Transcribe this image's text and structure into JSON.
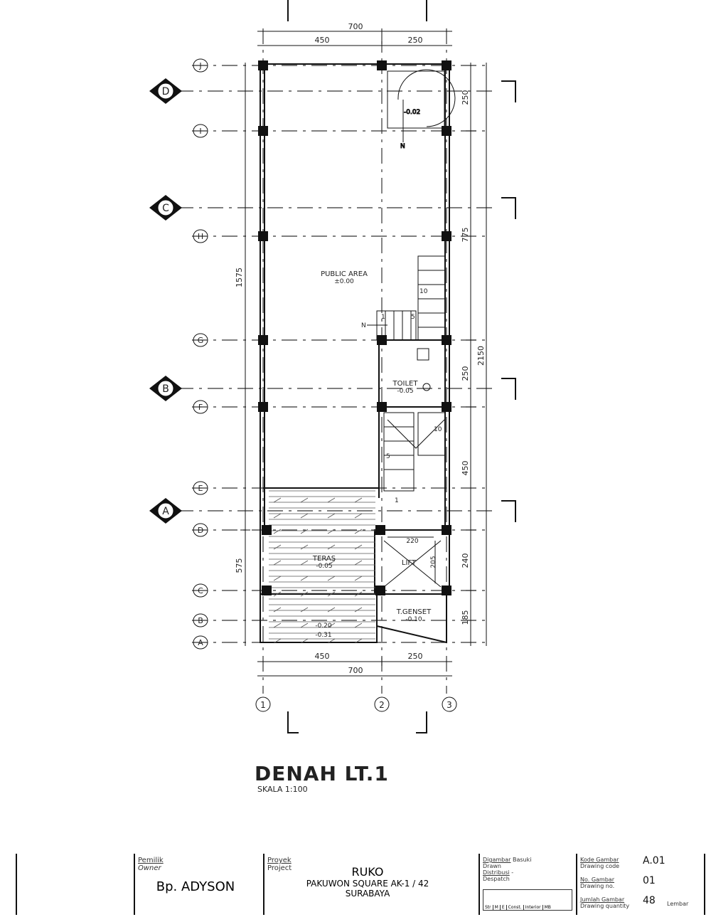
{
  "plan": {
    "title": "DENAH LT.1",
    "scale": "SKALA 1:100",
    "rooms": [
      {
        "name": "PUBLIC AREA",
        "level": "±0.00"
      },
      {
        "name": "TOILET",
        "level": "-0.05"
      },
      {
        "name": "TERAS",
        "level": "-0.05"
      },
      {
        "name": "LIFT",
        "level": ""
      },
      {
        "name": "T.GENSET",
        "level": "-0.10"
      }
    ],
    "levels": {
      "stair_top": "-0.02",
      "front1": "-0.20",
      "front2": "-0.31"
    },
    "lift_dims": {
      "w": "220",
      "h": "205"
    },
    "stair_numbers": [
      "1",
      "5",
      "10",
      "10",
      "5",
      "1"
    ],
    "north_label": "N",
    "top_dims": {
      "total": "700",
      "a": "450",
      "b": "250"
    },
    "bottom_dims": {
      "total": "700",
      "a": "450",
      "b": "250"
    },
    "left_dims": {
      "upper": "1575",
      "lower": "575"
    },
    "right_dims": [
      "250",
      "775",
      "250",
      "450",
      "240",
      "185"
    ],
    "right_total": "2150",
    "row_grid": [
      "J",
      "I",
      "H",
      "G",
      "F",
      "E",
      "D",
      "C",
      "B",
      "A"
    ],
    "col_grid": [
      "1",
      "2",
      "3"
    ],
    "sections": [
      "D",
      "C",
      "B",
      "A"
    ]
  },
  "titleblock": {
    "owner_label": "Pemilik",
    "owner_label_en": "Owner",
    "owner": "Bp. ADYSON",
    "project_label": "Proyek",
    "project_label_en": "Project",
    "project_name": "RUKO",
    "project_addr": "PAKUWON SQUARE AK-1 / 42",
    "project_city": "SURABAYA",
    "drawn_label": "Digambar",
    "drawn_label_en": "Drawn",
    "drawn_by": "Basuki",
    "dist_label": "Distribusi",
    "dist_label_en": "Despatch",
    "dist_value": "-",
    "check_cols": [
      "Str",
      "M",
      "E",
      "Const.",
      "Interior",
      "MB"
    ],
    "code_label": "Kode Gambar",
    "code_label_en": "Drawing code",
    "code": "A.01",
    "no_label": "No. Gambar",
    "no_label_en": "Drawing no.",
    "no": "01",
    "qty_label": "Jumlah Gambar",
    "qty_label_en": "Drawing quantity",
    "qty": "48",
    "qty_unit": "Lembar"
  }
}
